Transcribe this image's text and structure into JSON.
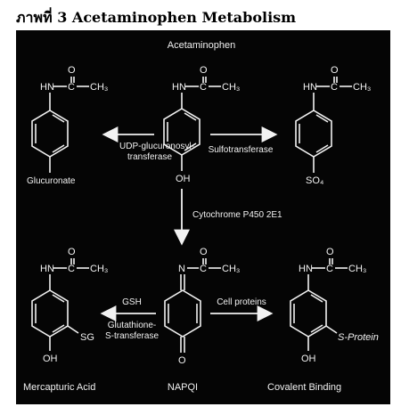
{
  "page": {
    "title": "ภาพที่ 3 Acetaminophen Metabolism"
  },
  "diagram": {
    "top_label": "Acetaminophen",
    "left_top_label": "Glucuronate",
    "right_top_label": "SO₄",
    "center_top_oh": "OH",
    "enzyme_left": "UDP-glucuronosyl-\ntransferase",
    "enzyme_left_line1": "UDP-glucuronosyl-",
    "enzyme_left_line2": "transferase",
    "enzyme_right": "Sulfotransferase",
    "enzyme_down": "Cytochrome P450 2E1",
    "gsh": "GSH",
    "gst_line1": "Glutathione-",
    "gst_line2": "S-transferase",
    "cell_proteins": "Cell proteins",
    "sg": "SG",
    "s_protein": "S-Protein",
    "oh": "OH",
    "o": "O",
    "bottom_left": "Mercapturic Acid",
    "bottom_center": "NAPQI",
    "bottom_right": "Covalent Binding",
    "acetyl_hn": "HN",
    "acetyl_n": "N",
    "acetyl_c": "C",
    "acetyl_ch3": "CH₃",
    "acetyl_o": "O"
  }
}
